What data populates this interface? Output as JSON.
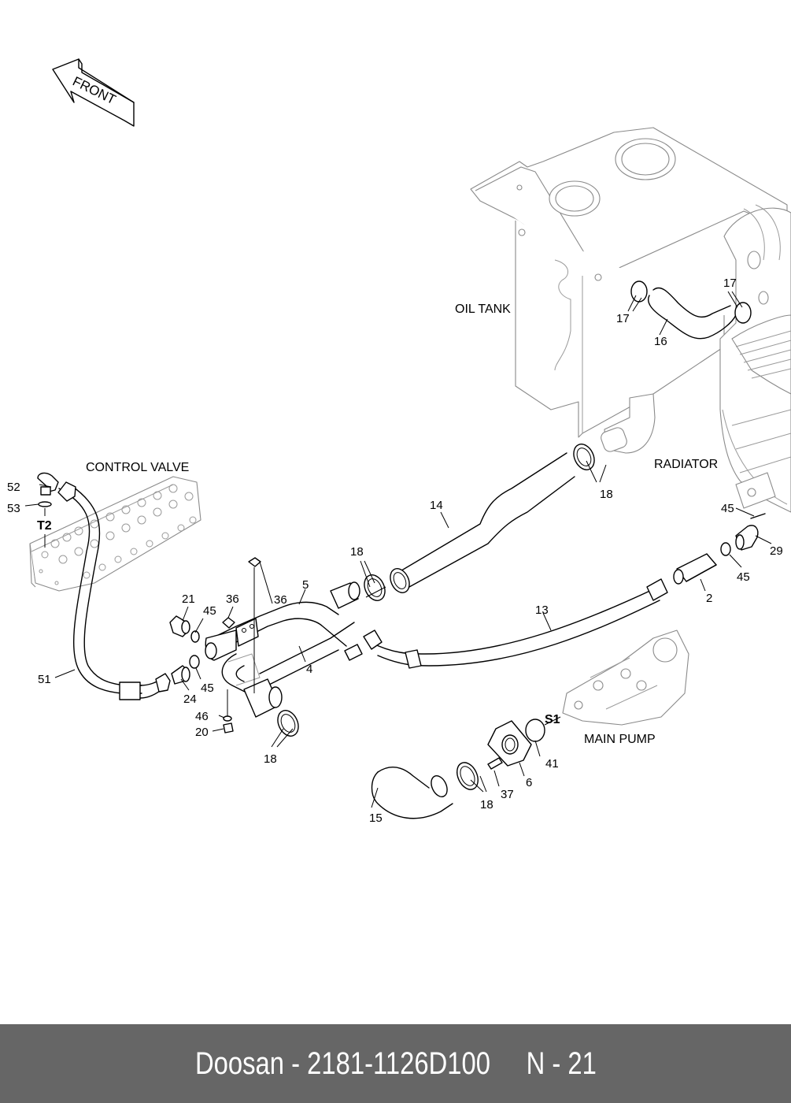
{
  "diagram": {
    "direction_arrow": "FRONT",
    "component_names": {
      "oil_tank": "OIL TANK",
      "radiator": "RADIATOR",
      "control_valve": "CONTROL VALVE",
      "main_pump": "MAIN PUMP"
    },
    "port_labels": {
      "t2": "T2",
      "s1": "S1"
    },
    "part_callouts": [
      {
        "id": "c2",
        "number": "2"
      },
      {
        "id": "c4",
        "number": "4"
      },
      {
        "id": "c5",
        "number": "5"
      },
      {
        "id": "c6",
        "number": "6"
      },
      {
        "id": "c13",
        "number": "13"
      },
      {
        "id": "c14",
        "number": "14"
      },
      {
        "id": "c15",
        "number": "15"
      },
      {
        "id": "c16",
        "number": "16"
      },
      {
        "id": "c17a",
        "number": "17"
      },
      {
        "id": "c17b",
        "number": "17"
      },
      {
        "id": "c18a",
        "number": "18"
      },
      {
        "id": "c18b",
        "number": "18"
      },
      {
        "id": "c18c",
        "number": "18"
      },
      {
        "id": "c18d",
        "number": "18"
      },
      {
        "id": "c20",
        "number": "20"
      },
      {
        "id": "c21",
        "number": "21"
      },
      {
        "id": "c24",
        "number": "24"
      },
      {
        "id": "c29",
        "number": "29"
      },
      {
        "id": "c36a",
        "number": "36"
      },
      {
        "id": "c36b",
        "number": "36"
      },
      {
        "id": "c37",
        "number": "37"
      },
      {
        "id": "c41",
        "number": "41"
      },
      {
        "id": "c45a",
        "number": "45"
      },
      {
        "id": "c45b",
        "number": "45"
      },
      {
        "id": "c45c",
        "number": "45"
      },
      {
        "id": "c45d",
        "number": "45"
      },
      {
        "id": "c46",
        "number": "46"
      },
      {
        "id": "c51",
        "number": "51"
      },
      {
        "id": "c52",
        "number": "52"
      },
      {
        "id": "c53",
        "number": "53"
      }
    ]
  },
  "footer": {
    "brand": "Doosan",
    "part_number": "2181-1126D100",
    "page": "N - 21",
    "text": "Doosan - 2181-1126D100     N - 21"
  },
  "colors": {
    "footer_bg": "#666666",
    "footer_text": "#ffffff",
    "line": "#000000",
    "context_line": "#8a8a8a"
  }
}
